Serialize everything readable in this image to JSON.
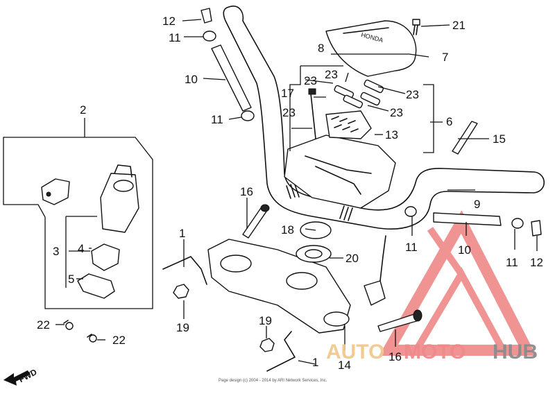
{
  "labels": {
    "l1a": "1",
    "l1b": "1",
    "l2": "2",
    "l3": "3",
    "l4": "4",
    "l5": "5",
    "l6": "6",
    "l7": "7",
    "l8": "8",
    "l9": "9",
    "l10a": "10",
    "l10b": "10",
    "l11a": "11",
    "l11b": "11",
    "l11c": "11",
    "l11d": "11",
    "l12a": "12",
    "l12b": "12",
    "l13": "13",
    "l14": "14",
    "l15": "15",
    "l16a": "16",
    "l16b": "16",
    "l17": "17",
    "l18": "18",
    "l19a": "19",
    "l19b": "19",
    "l20": "20",
    "l21": "21",
    "l22a": "22",
    "l22b": "22",
    "l23a": "23",
    "l23b": "23",
    "l23c": "23",
    "l23d": "23",
    "l23e": "23"
  },
  "direction_label": "FWD",
  "copyright": "Page design (c) 2004 - 2014 by ARI Network Services, Inc.",
  "watermark": {
    "auto": "AUTO",
    "moto": "MOTO",
    "hub": "HUB",
    "logo_color": "#e23b3b",
    "auto_color": "#f2c98e",
    "moto_color": "#f08a8a",
    "hub_color": "#8c8c8c"
  }
}
